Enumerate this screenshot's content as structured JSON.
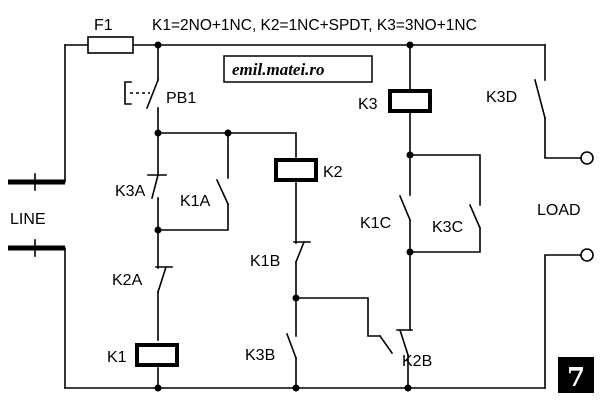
{
  "header": {
    "spec": "K1=2NO+1NC, K2=1NC+SPDT, K3=3NO+1NC"
  },
  "watermark": "emil.matei.ro",
  "badge": "7",
  "labels": {
    "fuse": "F1",
    "pushbutton": "PB1",
    "line": "LINE",
    "load": "LOAD",
    "k1": "K1",
    "k2": "K2",
    "k3": "K3",
    "k1a": "K1A",
    "k1b": "K1B",
    "k1c": "K1C",
    "k2a": "K2A",
    "k2b": "K2B",
    "k3a": "K3A",
    "k3b": "K3B",
    "k3c": "K3C",
    "k3d": "K3D"
  }
}
